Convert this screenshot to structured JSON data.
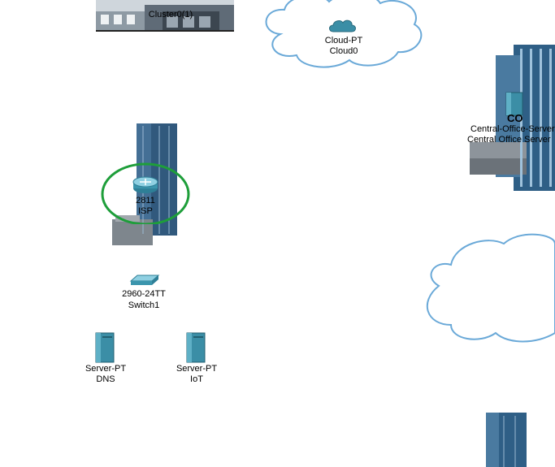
{
  "workspace": {
    "devices": [
      {
        "type_label": "Cluster0(1)",
        "name_label": ""
      },
      {
        "type_label": "Cloud-PT",
        "name_label": "Cloud0"
      },
      {
        "type_label": "Central-Office-Server",
        "name_label": "Central Office Server"
      },
      {
        "type_label": "2811",
        "name_label": "ISP"
      },
      {
        "type_label": "2960-24TT",
        "name_label": "Switch1"
      },
      {
        "type_label": "Server-PT",
        "name_label": "DNS"
      },
      {
        "type_label": "Server-PT",
        "name_label": "IoT"
      }
    ],
    "co_badge": "CO",
    "colors": {
      "cloud_outline": "#6aa9d8",
      "cloud_fill": "#ffffff",
      "highlight_ring": "#1e9e3a",
      "server_teal": "#3b8ea6",
      "building_blue": "#2f5f86"
    }
  }
}
